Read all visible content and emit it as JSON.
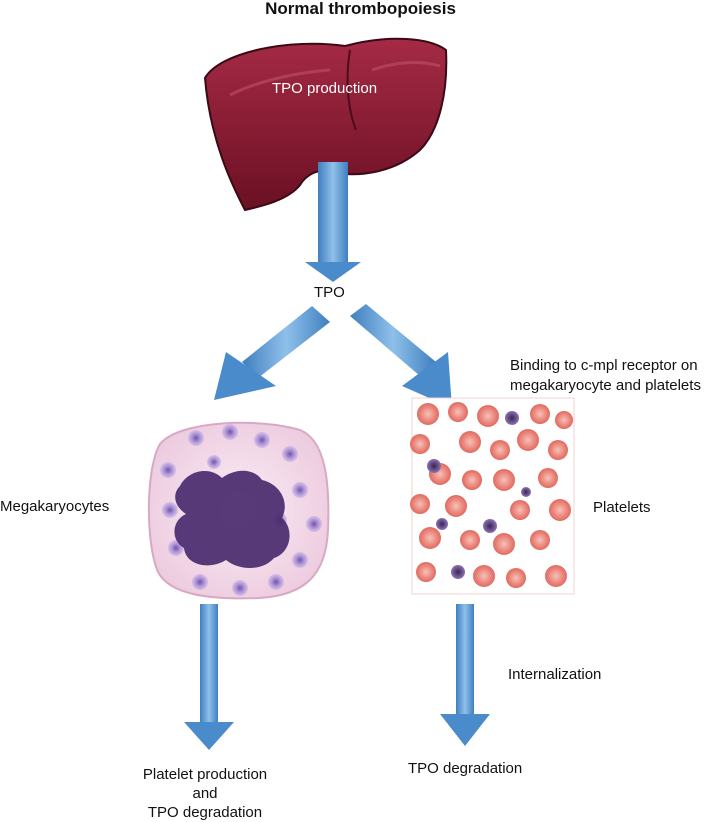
{
  "title": "Normal thrombopoiesis",
  "liver": {
    "label": "TPO production"
  },
  "tpo_label": "TPO",
  "binding": {
    "line1": "Binding to c-mpl receptor on",
    "line2": "megakaryocyte and platelets"
  },
  "megakaryocytes_label": "Megakaryocytes",
  "platelets_label": "Platelets",
  "internalization_label": "Internalization",
  "left_outcome": {
    "line1": "Platelet production",
    "line2": "and",
    "line3": "TPO degradation"
  },
  "right_outcome": "TPO degradation",
  "colors": {
    "arrow": "#5b9bd5",
    "liver": "#8e1b33",
    "megakaryocyte_cell": "#f3d9e8",
    "nucleus": "#4a2a6e",
    "granule": "#9b7fd0",
    "rbc": "#e8776e",
    "platelet": "#5b3a7a"
  }
}
